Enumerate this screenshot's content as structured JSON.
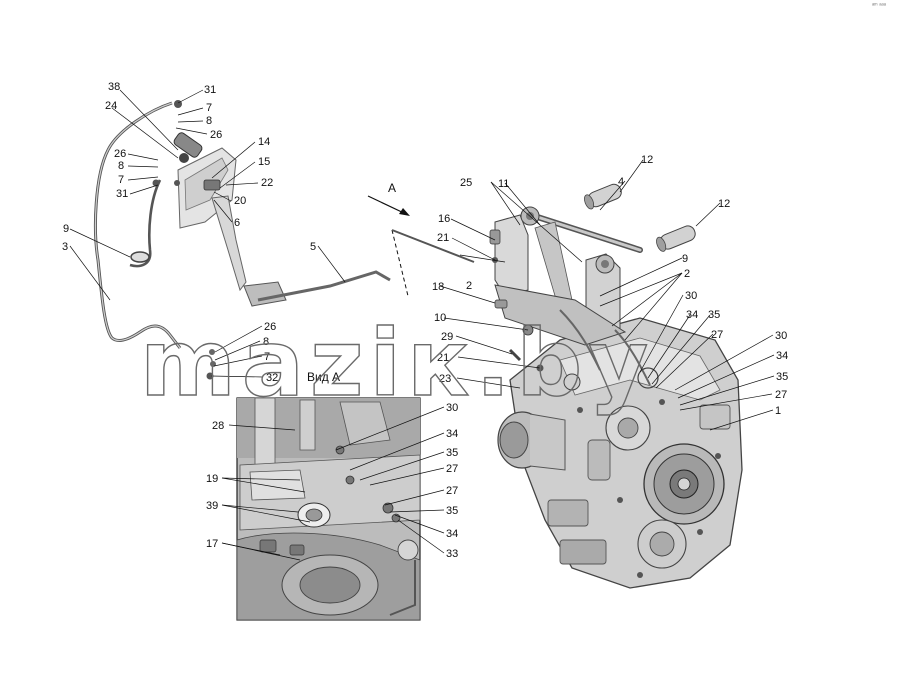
{
  "corner_mark": "ᵃᵐ ᵃᵃᵃ",
  "watermark": "maziк.by",
  "view_label": "Вид А",
  "arrow_label": "А",
  "callouts": {
    "c38": "38",
    "c31a": "31",
    "c24": "24",
    "c7a": "7",
    "c8a": "8",
    "c26a": "26",
    "c14": "14",
    "c15": "15",
    "c26b": "26",
    "c8b": "8",
    "c7b": "7",
    "c22": "22",
    "c31b": "31",
    "c20": "20",
    "c6": "6",
    "c9a": "9",
    "c3": "3",
    "c5": "5",
    "c26c": "26",
    "c8c": "8",
    "c7c": "7",
    "c32": "32",
    "c25": "25",
    "c11": "11",
    "c4": "4",
    "c12a": "12",
    "c12b": "12",
    "c16": "16",
    "c21a": "21",
    "c2a": "2",
    "c9b": "9",
    "c2b": "2",
    "c18": "18",
    "c10": "10",
    "c30a": "30",
    "c34a": "34",
    "c35a": "35",
    "c27a": "27",
    "c29": "29",
    "c21b": "21",
    "c23": "23",
    "c30b": "30",
    "c34b": "34",
    "c35b": "35",
    "c27b": "27",
    "c1": "1",
    "c28": "28",
    "c30c": "30",
    "c34c": "34",
    "c35c": "35",
    "c19": "19",
    "c27c": "27",
    "c39": "39",
    "c27d": "27",
    "c35d": "35",
    "c34d": "34",
    "c33": "33",
    "c17": "17"
  }
}
